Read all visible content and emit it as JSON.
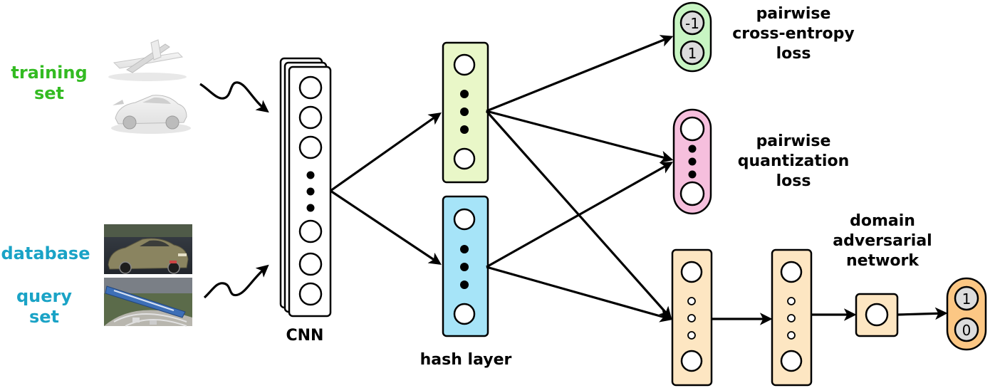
{
  "labels": {
    "training_set": [
      "training",
      "set"
    ],
    "database": "database",
    "query_set": [
      "query",
      "set"
    ],
    "cnn": "CNN",
    "hash_layer": "hash layer",
    "pairwise_ce": [
      "pairwise",
      "cross-entropy",
      "loss"
    ],
    "pairwise_q": [
      "pairwise",
      "quantization",
      "loss"
    ],
    "domain_adv": [
      "domain",
      "adversarial",
      "network"
    ]
  },
  "values": {
    "ce_top": "-1",
    "ce_bottom": "1",
    "out_top": "1",
    "out_bottom": "0"
  },
  "colors": {
    "training": "#33bb22",
    "database": "#1aa3c6",
    "green": "#c8f5c3",
    "pink": "#f6bfdd",
    "yellow_green": "#e9f7c8",
    "blue": "#a6e4f8",
    "orange": "#fde6c2",
    "orange_out": "#fcc784",
    "gray": "#dcdcdc"
  }
}
